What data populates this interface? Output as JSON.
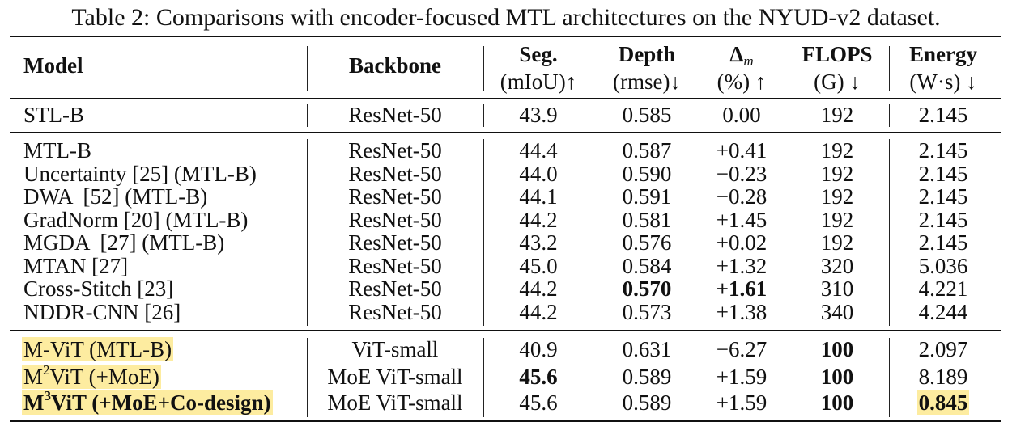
{
  "caption": "Table 2: Comparisons with encoder-focused MTL architectures on the NYUD-v2 dataset.",
  "headers": {
    "model": "Model",
    "backbone": "Backbone",
    "seg": "Seg.",
    "seg_unit": "(mIoU)↑",
    "depth": "Depth",
    "depth_unit": "(rmse)↓",
    "delta_base": "Δ",
    "delta_sub": "m",
    "delta_unit": "(%) ↑",
    "flops": "FLOPS",
    "flops_unit": "(G) ↓",
    "energy": "Energy",
    "energy_unit": "(W·s) ↓"
  },
  "rows": [
    {
      "model": "STL-B",
      "backbone": "ResNet-50",
      "seg": "43.9",
      "depth": "0.585",
      "delta": "0.00",
      "flops": "192",
      "energy": "2.145"
    },
    {
      "model": "MTL-B",
      "backbone": "ResNet-50",
      "seg": "44.4",
      "depth": "0.587",
      "delta": "+0.41",
      "flops": "192",
      "energy": "2.145"
    },
    {
      "model": "Uncertainty [25] (MTL-B)",
      "backbone": "ResNet-50",
      "seg": "44.0",
      "depth": "0.590",
      "delta": "−0.23",
      "flops": "192",
      "energy": "2.145"
    },
    {
      "model": "DWA  [52] (MTL-B)",
      "backbone": "ResNet-50",
      "seg": "44.1",
      "depth": "0.591",
      "delta": "−0.28",
      "flops": "192",
      "energy": "2.145"
    },
    {
      "model": "GradNorm [20] (MTL-B)",
      "backbone": "ResNet-50",
      "seg": "44.2",
      "depth": "0.581",
      "delta": "+1.45",
      "flops": "192",
      "energy": "2.145"
    },
    {
      "model": "MGDA  [27] (MTL-B)",
      "backbone": "ResNet-50",
      "seg": "43.2",
      "depth": "0.576",
      "delta": "+0.02",
      "flops": "192",
      "energy": "2.145"
    },
    {
      "model": "MTAN [27]",
      "backbone": "ResNet-50",
      "seg": "45.0",
      "depth": "0.584",
      "delta": "+1.32",
      "flops": "320",
      "energy": "5.036"
    },
    {
      "model": "Cross-Stitch [23]",
      "backbone": "ResNet-50",
      "seg": "44.2",
      "depth": "0.570",
      "delta": "+1.61",
      "flops": "310",
      "energy": "4.221"
    },
    {
      "model": "NDDR-CNN [26]",
      "backbone": "ResNet-50",
      "seg": "44.2",
      "depth": "0.573",
      "delta": "+1.38",
      "flops": "340",
      "energy": "4.244"
    },
    {
      "model": "M-ViT (MTL-B)",
      "backbone": "ViT-small",
      "seg": "40.9",
      "depth": "0.631",
      "delta": "−6.27",
      "flops": "100",
      "energy": "2.097"
    },
    {
      "model_pre": "M",
      "model_sup": "2",
      "model_post": "ViT (+MoE)",
      "backbone": "MoE ViT-small",
      "seg": "45.6",
      "depth": "0.589",
      "delta": "+1.59",
      "flops": "100",
      "energy": "8.189"
    },
    {
      "model_pre": "M",
      "model_sup": "3",
      "model_post": "ViT (+MoE+Co-design)",
      "backbone": "MoE ViT-small",
      "seg": "45.6",
      "depth": "0.589",
      "delta": "+1.59",
      "flops": "100",
      "energy": "0.845"
    }
  ]
}
